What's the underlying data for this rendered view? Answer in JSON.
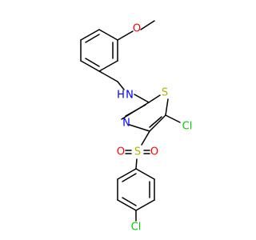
{
  "molecule": {
    "colors": {
      "carbon_bond": "#000000",
      "nitrogen": "#0000ff",
      "oxygen": "#ff0000",
      "sulfur": "#b2b200",
      "chlorine": "#00cc00"
    },
    "atoms": {
      "o_methoxy": "O",
      "n_amine": "N",
      "h_amine": "H",
      "s_thiazole": "S",
      "n_thiazole": "N",
      "cl_thiazole": "Cl",
      "s_sulfonyl": "S",
      "o_sulfonyl_left": "O",
      "o_sulfonyl_right": "O",
      "cl_phenyl": "Cl"
    }
  }
}
